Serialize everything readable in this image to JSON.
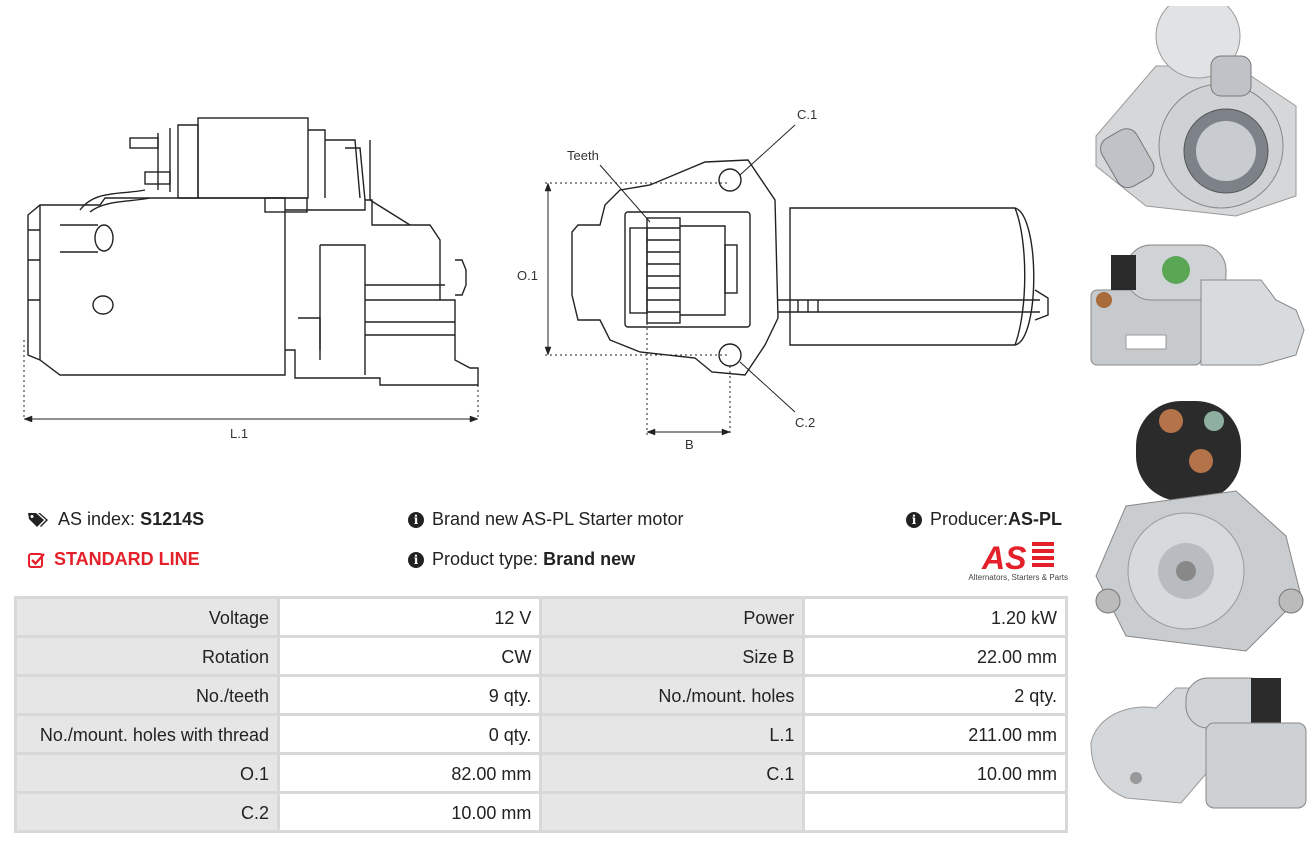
{
  "drawing": {
    "dim_l1": "L.1",
    "dim_o1": "O.1",
    "dim_b": "B",
    "label_teeth": "Teeth",
    "label_c1": "C.1",
    "label_c2": "C.2"
  },
  "info": {
    "as_index_label": "AS index:",
    "as_index_value": "S1214S",
    "standard_line": "STANDARD LINE",
    "description": "Brand new AS-PL Starter motor",
    "product_type_label": "Product type:",
    "product_type_value": "Brand new",
    "producer_label": "Producer:",
    "producer_value": "AS-PL"
  },
  "logo": {
    "text": "AS",
    "tagline": "Alternators, Starters & Parts"
  },
  "specs": [
    {
      "k1": "Voltage",
      "v1": "12 V",
      "k2": "Power",
      "v2": "1.20 kW"
    },
    {
      "k1": "Rotation",
      "v1": "CW",
      "k2": "Size B",
      "v2": "22.00 mm"
    },
    {
      "k1": "No./teeth",
      "v1": "9 qty.",
      "k2": "No./mount. holes",
      "v2": "2 qty."
    },
    {
      "k1": "No./mount. holes with thread",
      "v1": "0 qty.",
      "k2": "L.1",
      "v2": "211.00 mm"
    },
    {
      "k1": "O.1",
      "v1": "82.00 mm",
      "k2": "C.1",
      "v2": "10.00 mm"
    },
    {
      "k1": "C.2",
      "v1": "10.00 mm",
      "k2": "",
      "v2": ""
    }
  ],
  "colors": {
    "brand_red": "#e4202a",
    "table_key_bg": "#e6e6e6",
    "table_border": "#d8d8d8"
  }
}
